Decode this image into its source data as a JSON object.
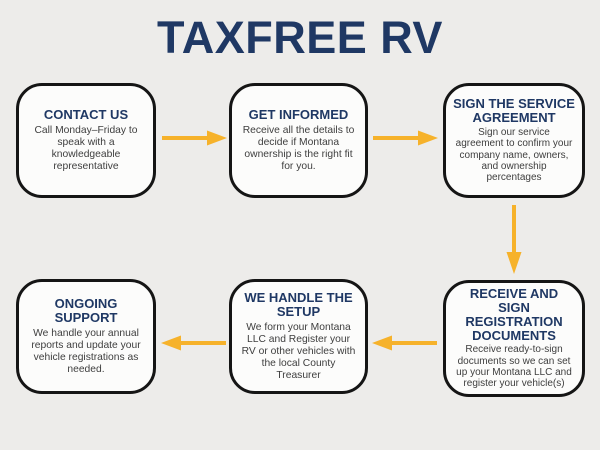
{
  "title": "TAXFREE RV",
  "colors": {
    "background": "#EDECEA",
    "heading": "#1F3864",
    "body_text": "#3E3E3E",
    "arrow": "#F6B22B",
    "box_border": "#151515",
    "box_fill": "#FCFCFB"
  },
  "flow": {
    "type": "process-flowchart",
    "direction": "top row left-to-right, then down, then bottom row right-to-left",
    "steps": [
      {
        "heading": "CONTACT US",
        "body": "Call Monday–Friday to speak with a knowledgeable representative"
      },
      {
        "heading": "GET INFORMED",
        "body": "Receive all the details to decide if Montana ownership is the right fit for you."
      },
      {
        "heading": "SIGN THE SERVICE AGREEMENT",
        "body": "Sign our service agreement to confirm your company name, owners, and ownership percentages"
      },
      {
        "heading": "RECEIVE AND SIGN REGISTRATION DOCUMENTS",
        "body": "Receive ready-to-sign documents so we can set up your Montana LLC and register your vehicle(s)"
      },
      {
        "heading": "WE HANDLE THE SETUP",
        "body": "We form your Montana LLC and Register your RV or other vehicles with the local County Treasurer"
      },
      {
        "heading": "ONGOING SUPPORT",
        "body": "We handle your annual reports and update your vehicle registrations as needed."
      }
    ]
  }
}
